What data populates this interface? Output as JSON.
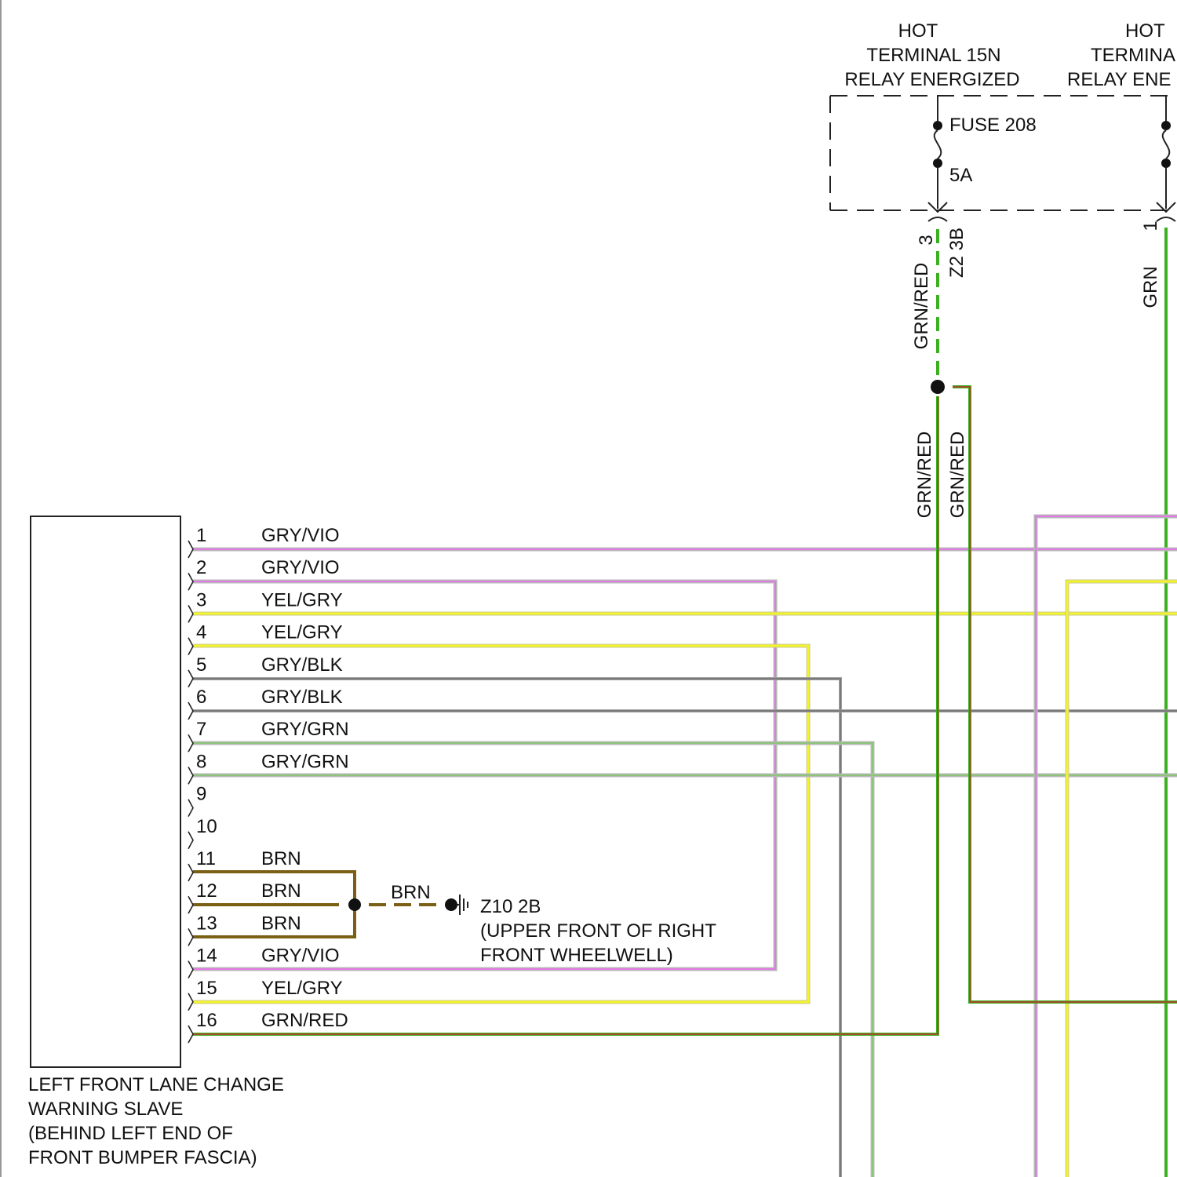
{
  "hot_left": {
    "line1": "HOT",
    "line2": "TERMINAL 15N",
    "line3": "RELAY ENERGIZED"
  },
  "hot_right": {
    "line1": "HOT",
    "line2": "TERMINA",
    "line3": "RELAY ENE"
  },
  "fuse": {
    "name": "FUSE 208",
    "rating": "5A"
  },
  "fuse_pins": {
    "left": "3",
    "right": "1"
  },
  "wire_labels": {
    "fuse_out": "GRN/RED",
    "fuse_connector": "Z2 3B",
    "right_feed": "GRN",
    "splice_left": "GRN/RED",
    "splice_right": "GRN/RED"
  },
  "colors": {
    "pink": "#e27ae6",
    "yellow": "#f3f32a",
    "gray": "#8c8c8c",
    "gray_green": "#9ec28c",
    "brown": "#7a5f15",
    "green": "#3cb020",
    "red": "#c62c2c"
  },
  "connector": {
    "pins": [
      {
        "pin": "1",
        "wire": "GRY/VIO"
      },
      {
        "pin": "2",
        "wire": "GRY/VIO"
      },
      {
        "pin": "3",
        "wire": "YEL/GRY"
      },
      {
        "pin": "4",
        "wire": "YEL/GRY"
      },
      {
        "pin": "5",
        "wire": "GRY/BLK"
      },
      {
        "pin": "6",
        "wire": "GRY/BLK"
      },
      {
        "pin": "7",
        "wire": "GRY/GRN"
      },
      {
        "pin": "8",
        "wire": "GRY/GRN"
      },
      {
        "pin": "9",
        "wire": ""
      },
      {
        "pin": "10",
        "wire": ""
      },
      {
        "pin": "11",
        "wire": "BRN"
      },
      {
        "pin": "12",
        "wire": "BRN"
      },
      {
        "pin": "13",
        "wire": "BRN"
      },
      {
        "pin": "14",
        "wire": "GRY/VIO"
      },
      {
        "pin": "15",
        "wire": "YEL/GRY"
      },
      {
        "pin": "16",
        "wire": "GRN/RED"
      }
    ]
  },
  "ground": {
    "wire": "BRN",
    "id": "Z10 2B",
    "location_line1": "(UPPER FRONT OF RIGHT",
    "location_line2": "FRONT WHEELWELL)"
  },
  "component": {
    "line1": "LEFT FRONT LANE CHANGE",
    "line2": "WARNING SLAVE",
    "line3": "(BEHIND LEFT END OF",
    "line4": "FRONT BUMPER FASCIA)"
  }
}
